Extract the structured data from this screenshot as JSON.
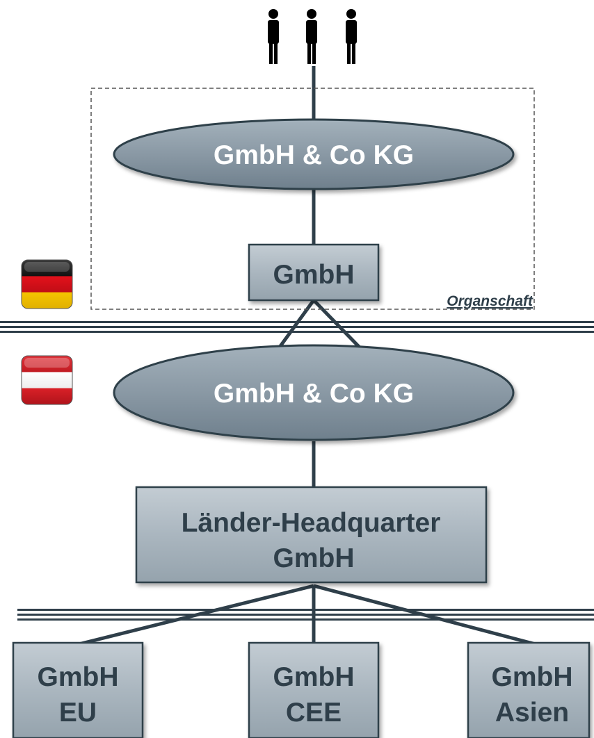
{
  "diagram": {
    "top_partnership": "GmbH & Co KG",
    "top_gmbh": "GmbH",
    "organschaft_label": "Organschaft",
    "middle_partnership": "GmbH & Co KG",
    "headquarter": {
      "line1": "Länder-Headquarter",
      "line2": "GmbH"
    },
    "subsidiaries": [
      {
        "line1": "GmbH",
        "line2": "EU"
      },
      {
        "line1": "GmbH",
        "line2": "CEE"
      },
      {
        "line1": "GmbH",
        "line2": "Asien"
      }
    ]
  },
  "flags": [
    {
      "country": "Germany",
      "colors": [
        "#1a1a1a",
        "#e3111b",
        "#f5c400"
      ]
    },
    {
      "country": "Austria",
      "colors": [
        "#d92027",
        "#ffffff",
        "#d92027"
      ]
    }
  ],
  "colors": {
    "node_fill": "#8a9aa6",
    "node_stroke": "#2f3f4a",
    "box_fill": "#a9b6bf",
    "line": "#2f3f4a"
  },
  "icons": [
    "person-icon",
    "person-icon",
    "person-icon"
  ]
}
